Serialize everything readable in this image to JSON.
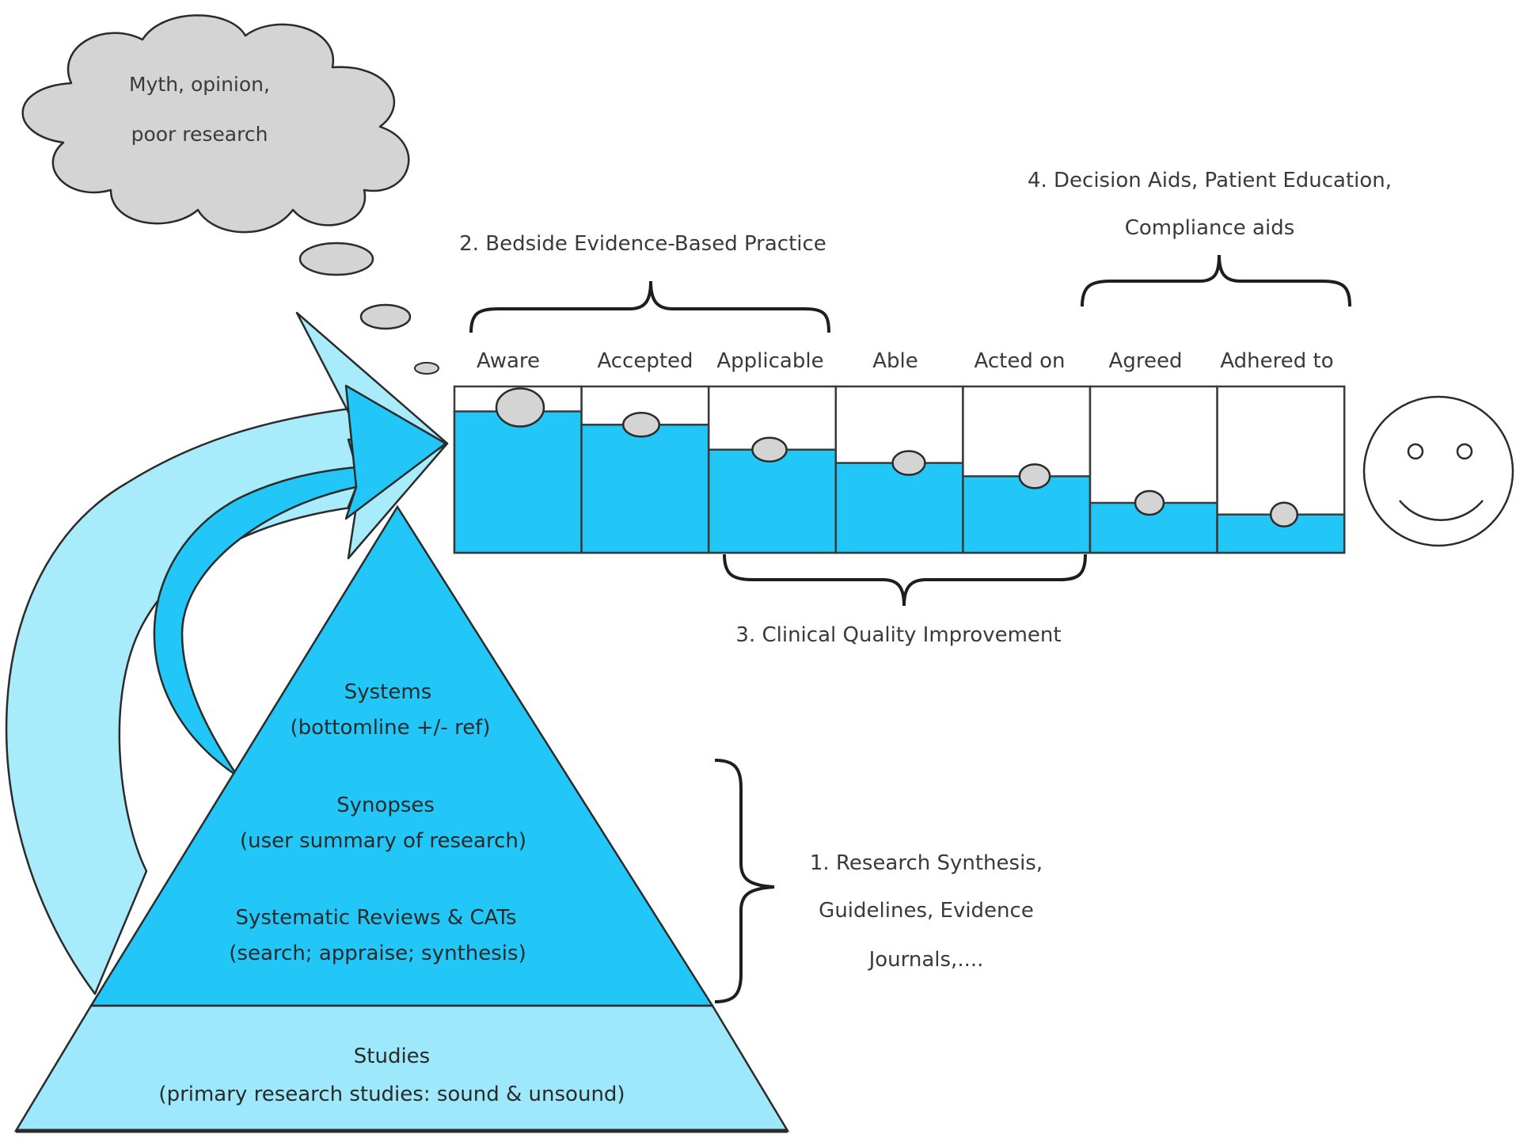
{
  "cloud": {
    "line1": "Myth, opinion,",
    "line2": "poor research"
  },
  "brackets": {
    "bedside": "2. Bedside Evidence-Based Practice",
    "decision_line1": "4. Decision Aids, Patient Education,",
    "decision_line2": "Compliance aids",
    "quality": "3. Clinical Quality Improvement",
    "research_line1": "1. Research Synthesis,",
    "research_line2": "Guidelines, Evidence",
    "research_line3": "Journals,...."
  },
  "stages": [
    {
      "label": "Aware",
      "fill_fraction": 0.85
    },
    {
      "label": "Accepted",
      "fill_fraction": 0.77
    },
    {
      "label": "Applicable",
      "fill_fraction": 0.62
    },
    {
      "label": "Able",
      "fill_fraction": 0.54
    },
    {
      "label": "Acted on",
      "fill_fraction": 0.46
    },
    {
      "label": "Agreed",
      "fill_fraction": 0.3
    },
    {
      "label": "Adhered to",
      "fill_fraction": 0.23
    }
  ],
  "pyramid": {
    "systems_title": "Systems",
    "systems_sub": "(bottomline +/- ref)",
    "synopses_title": "Synopses",
    "synopses_sub": "(user summary of research)",
    "reviews_title": "Systematic Reviews &  CATs",
    "reviews_sub": "(search; appraise; synthesis)",
    "studies_title": "Studies",
    "studies_sub": "(primary research studies: sound & unsound)"
  },
  "colors": {
    "water": "#22c7f7",
    "pyramid_top": "#22c7f7",
    "pyramid_base": "#9ee8fb",
    "arrow_back": "#a8ecfc",
    "arrow_front": "#22c7f7",
    "cloud": "#d4d4d4"
  },
  "icons": {
    "smiley": "smiley-face-icon",
    "cloud": "thought-cloud-icon"
  }
}
